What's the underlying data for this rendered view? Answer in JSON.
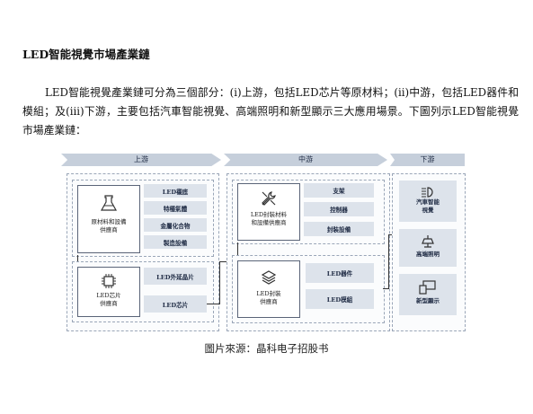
{
  "doc": {
    "heading": "LED智能視覺市場產業鏈",
    "paragraph": "LED智能視覺產業鏈可分為三個部分：(i)上游，包括LED芯片等原材料；(ii)中游，包括LED器件和模組；及(iii)下游，主要包括汽車智能視覺、高端照明和新型顯示三大應用場景。下圖列示LED智能視覺市場產業鏈：",
    "caption": "圖片來源：晶科电子招股书"
  },
  "diagram": {
    "phases": [
      "上游",
      "中游",
      "下游"
    ],
    "upstream": {
      "supplier1_line1": "原材料和設備",
      "supplier1_line2": "供應商",
      "items1": [
        "LED襯底",
        "特種氣體",
        "金屬化合物",
        "製造設備"
      ],
      "supplier2_line1": "LED芯片",
      "supplier2_line2": "供應商",
      "items2": [
        "LED外延晶片",
        "LED芯片"
      ]
    },
    "midstream": {
      "supplier1_line1": "LED封裝材料",
      "supplier1_line2": "和設備供應商",
      "items1": [
        "支架",
        "控制器",
        "封裝設備"
      ],
      "supplier2_line1": "LED封裝",
      "supplier2_line2": "供應商",
      "items2": [
        "LED器件",
        "LED模組"
      ]
    },
    "downstream": {
      "app1_line1": "汽車智能",
      "app1_line2": "視覺",
      "app2": "高端照明",
      "app3": "新型顯示"
    }
  }
}
